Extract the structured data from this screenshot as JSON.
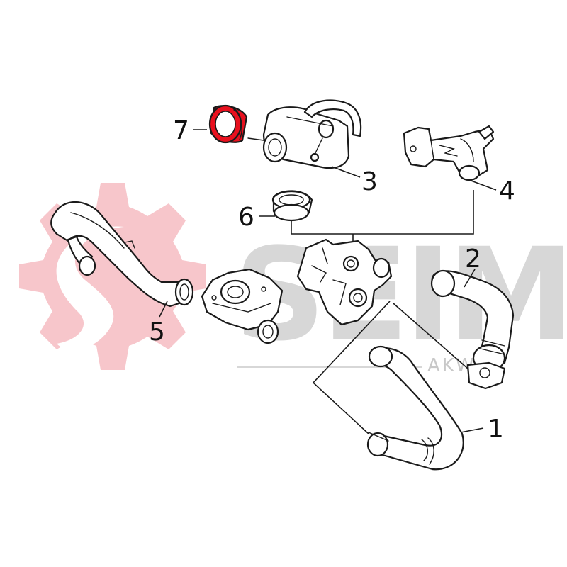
{
  "watermark": {
    "brand": "SEIM",
    "sub_brand": "AKWEL",
    "gear_color": "#f7c6cb",
    "text_color": "#d7d7d7"
  },
  "callouts": [
    {
      "id": "1",
      "label": "1"
    },
    {
      "id": "2",
      "label": "2"
    },
    {
      "id": "3",
      "label": "3"
    },
    {
      "id": "4",
      "label": "4"
    },
    {
      "id": "5",
      "label": "5"
    },
    {
      "id": "6",
      "label": "6"
    },
    {
      "id": "7",
      "label": "7"
    }
  ],
  "colors": {
    "highlight": "#e8101e",
    "ink": "#1a1a1a"
  },
  "highlighted_part": "7"
}
